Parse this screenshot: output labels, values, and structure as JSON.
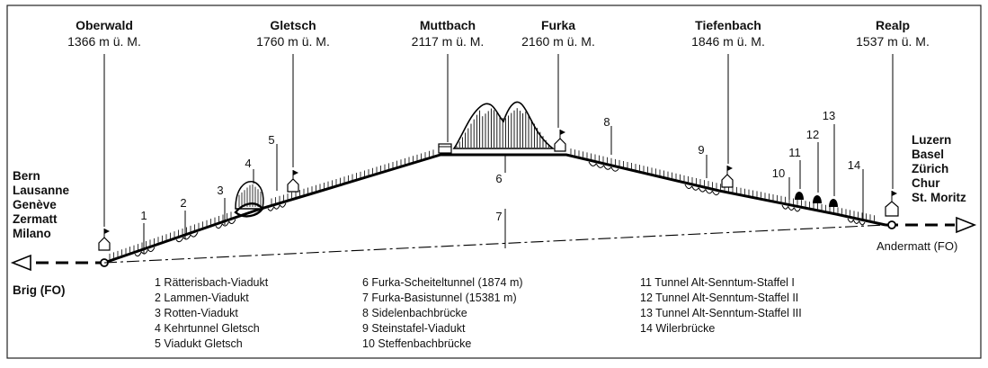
{
  "stations": [
    {
      "name": "Oberwald",
      "altitude": "1366 m ü. M."
    },
    {
      "name": "Gletsch",
      "altitude": "1760 m ü. M."
    },
    {
      "name": "Muttbach",
      "altitude": "2117 m ü. M."
    },
    {
      "name": "Furka",
      "altitude": "2160 m ü. M."
    },
    {
      "name": "Tiefenbach",
      "altitude": "1846 m ü. M."
    },
    {
      "name": "Realp",
      "altitude": "1537 m ü. M."
    }
  ],
  "west_destinations": [
    "Bern",
    "Lausanne",
    "Genève",
    "Zermatt",
    "Milano"
  ],
  "east_destinations": [
    "Luzern",
    "Basel",
    "Zürich",
    "Chur",
    "St. Moritz"
  ],
  "west_terminal": "Brig (FO)",
  "east_terminal": "Andermatt (FO)",
  "markers": [
    "1",
    "2",
    "3",
    "4",
    "5",
    "6",
    "7",
    "8",
    "9",
    "10",
    "11",
    "12",
    "13",
    "14"
  ],
  "legend": [
    [
      "1 Rätterisbach-Viadukt",
      "2 Lammen-Viadukt",
      "3 Rotten-Viadukt",
      "4 Kehrtunnel Gletsch",
      "5 Viadukt Gletsch"
    ],
    [
      "6 Furka-Scheiteltunnel (1874 m)",
      "7 Furka-Basistunnel (15381 m)",
      "8 Sidelenbachbrücke",
      "9 Steinstafel-Viadukt",
      "10 Steffenbachbrücke"
    ],
    [
      "11 Tunnel Alt-Senntum-Staffel I",
      "12 Tunnel Alt-Senntum-Staffel II",
      "13 Tunnel Alt-Senntum-Staffel III",
      "14 Wilerbrücke"
    ]
  ]
}
